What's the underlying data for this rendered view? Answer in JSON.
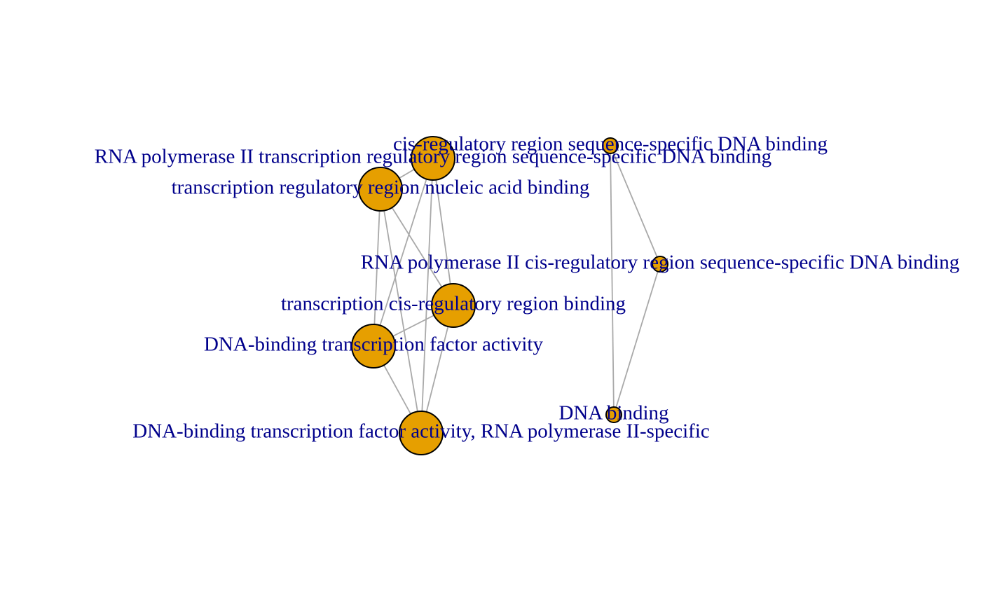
{
  "colors": {
    "node_fill": "#e69f00",
    "node_stroke": "#000000",
    "edge": "#a9a9a9",
    "label": "#00008b"
  },
  "graph": {
    "type": "network",
    "nodes": [
      {
        "id": "rna_pol2_trr",
        "label": "RNA polymerase II transcription regulatory region sequence-specific DNA binding",
        "size": "large"
      },
      {
        "id": "trr_nab",
        "label": "transcription regulatory region nucleic acid binding",
        "size": "large"
      },
      {
        "id": "tcrrb",
        "label": "transcription cis-regulatory region binding",
        "size": "large"
      },
      {
        "id": "dbtfa",
        "label": "DNA-binding transcription factor activity",
        "size": "large"
      },
      {
        "id": "dbtfa_pol2",
        "label": "DNA-binding transcription factor activity, RNA polymerase II-specific",
        "size": "large"
      },
      {
        "id": "crrssdb",
        "label": "cis-regulatory region sequence-specific DNA binding",
        "size": "small"
      },
      {
        "id": "rna_pol2_crr",
        "label": "RNA polymerase II cis-regulatory region sequence-specific DNA binding",
        "size": "small"
      },
      {
        "id": "dna_binding",
        "label": "DNA binding",
        "size": "small"
      }
    ],
    "edges": [
      [
        "rna_pol2_trr",
        "trr_nab"
      ],
      [
        "rna_pol2_trr",
        "tcrrb"
      ],
      [
        "rna_pol2_trr",
        "dbtfa"
      ],
      [
        "rna_pol2_trr",
        "dbtfa_pol2"
      ],
      [
        "trr_nab",
        "tcrrb"
      ],
      [
        "trr_nab",
        "dbtfa"
      ],
      [
        "trr_nab",
        "dbtfa_pol2"
      ],
      [
        "tcrrb",
        "dbtfa"
      ],
      [
        "tcrrb",
        "dbtfa_pol2"
      ],
      [
        "dbtfa",
        "dbtfa_pol2"
      ],
      [
        "crrssdb",
        "rna_pol2_crr"
      ],
      [
        "crrssdb",
        "dna_binding"
      ],
      [
        "rna_pol2_crr",
        "dna_binding"
      ]
    ]
  }
}
